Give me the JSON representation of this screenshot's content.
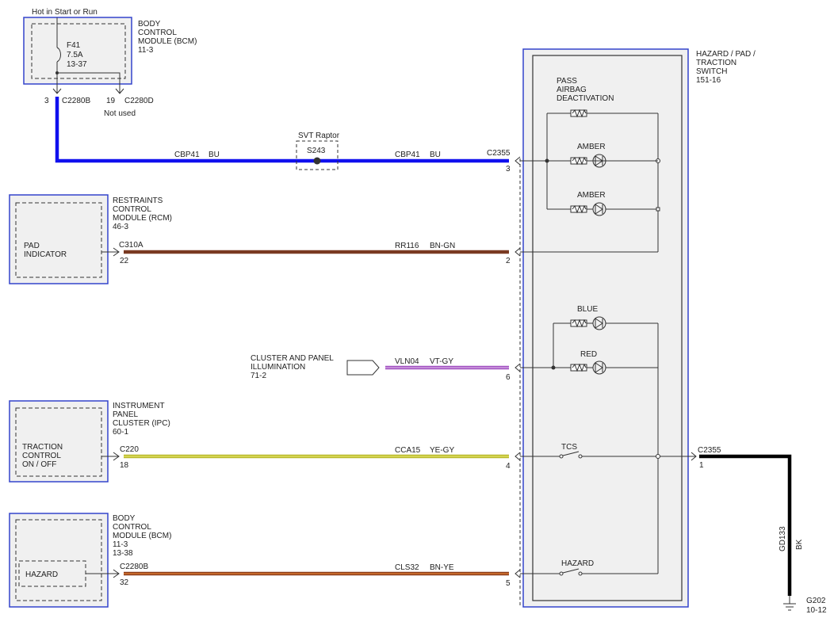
{
  "top_feed": {
    "label": "Hot in Start or Run"
  },
  "bcm_top": {
    "title": [
      "BODY",
      "CONTROL",
      "MODULE (BCM)",
      "11-3"
    ],
    "fuse": [
      "F41",
      "7.5A",
      "13-37"
    ],
    "pins": [
      {
        "num": "3",
        "connector": "C2280B"
      },
      {
        "num": "19",
        "connector": "C2280D"
      }
    ],
    "not_used": "Not used"
  },
  "splice": {
    "label": "SVT Raptor",
    "id": "S243"
  },
  "rcm": {
    "title": [
      "RESTRAINTS",
      "CONTROL",
      "MODULE (RCM)",
      "46-3"
    ],
    "inner": [
      "PAD",
      "INDICATOR"
    ],
    "connector": "C310A",
    "pin": "22"
  },
  "cluster_ref": {
    "lines": [
      "CLUSTER AND PANEL",
      "ILLUMINATION",
      "71-2"
    ]
  },
  "ipc": {
    "title": [
      "INSTRUMENT",
      "PANEL",
      "CLUSTER (IPC)",
      "60-1"
    ],
    "inner": [
      "TRACTION",
      "CONTROL",
      "ON / OFF"
    ],
    "connector": "C220",
    "pin": "18"
  },
  "bcm_bottom": {
    "title": [
      "BODY",
      "CONTROL",
      "MODULE (BCM)",
      "11-3",
      "13-38"
    ],
    "inner": "HAZARD",
    "connector": "C2280B",
    "pin": "32"
  },
  "switch": {
    "title": [
      "HAZARD / PAD /",
      "TRACTION",
      "SWITCH",
      "151-16"
    ],
    "pad_label": [
      "PASS",
      "AIRBAG",
      "DEACTIVATION"
    ],
    "lamps": [
      "AMBER",
      "AMBER",
      "BLUE",
      "RED"
    ],
    "switch_labels": [
      "TCS",
      "HAZARD"
    ],
    "connector": "C2355",
    "ground_connector": "C2355",
    "ground_pin": "1"
  },
  "wires": [
    {
      "id": "w1",
      "circuit": "CBP41",
      "color_code": "BU",
      "pin": "3",
      "colors": [
        "#1010ee"
      ]
    },
    {
      "id": "w2",
      "circuit": "RR116",
      "color_code": "BN-GN",
      "pin": "2",
      "colors": [
        "#7a3a22"
      ]
    },
    {
      "id": "w3",
      "circuit": "VLN04",
      "color_code": "VT-GY",
      "pin": "6",
      "colors": [
        "#a050c0",
        "#d0a0e0"
      ]
    },
    {
      "id": "w4",
      "circuit": "CCA15",
      "color_code": "YE-GY",
      "pin": "4",
      "colors": [
        "#b8b82a",
        "#dede60"
      ]
    },
    {
      "id": "w5",
      "circuit": "CLS32",
      "color_code": "BN-YE",
      "pin": "5",
      "colors": [
        "#8a3a18",
        "#d87830"
      ]
    }
  ],
  "splice_wire": {
    "circuit": "CBP41",
    "color_code": "BU"
  },
  "ground": {
    "circuit": "GD133",
    "color_code": "BK",
    "ref": "G202",
    "ref2": "10-12"
  }
}
